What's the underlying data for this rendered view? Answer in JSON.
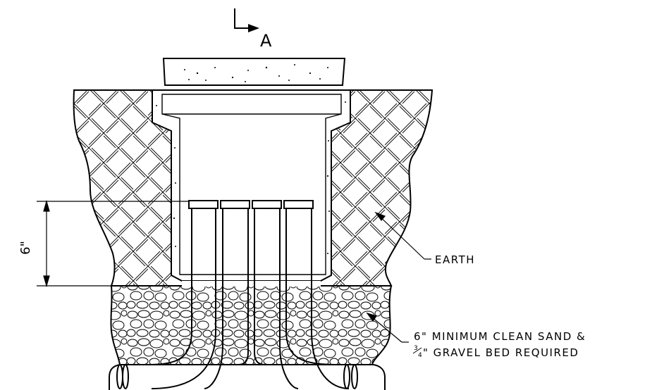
{
  "section_marker": {
    "letter": "A"
  },
  "dimension": {
    "label": "6\""
  },
  "callouts": {
    "earth": "EARTH",
    "gravel_line1": "6\" MINIMUM CLEAN SAND &",
    "gravel_line2_fraction_num": "3",
    "gravel_line2_fraction_den": "4",
    "gravel_line2_rest": "\" GRAVEL BED REQUIRED"
  },
  "colors": {
    "ink": "#000000",
    "paper": "#ffffff"
  }
}
